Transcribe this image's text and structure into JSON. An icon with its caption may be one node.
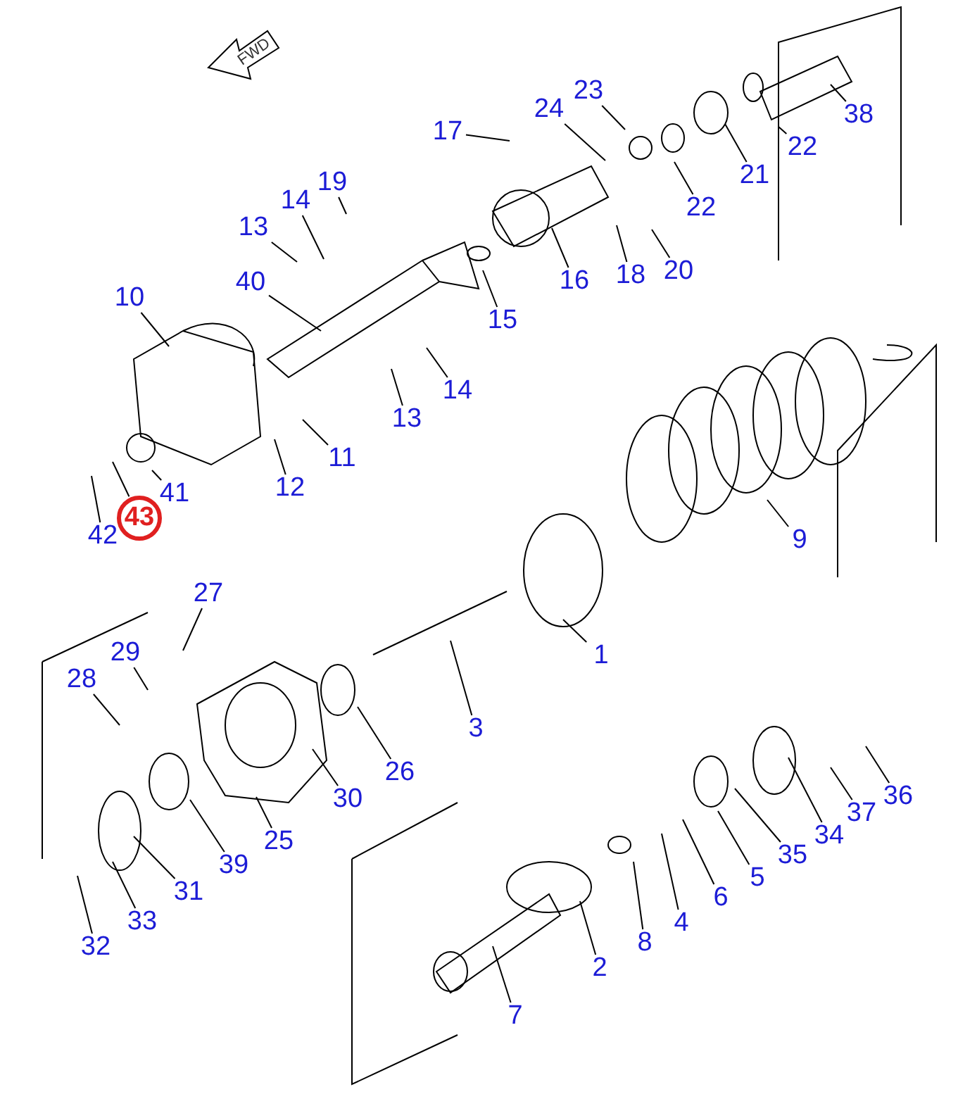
{
  "diagram": {
    "nodes": [
      {
        "text": [
          "17"
        ]
      },
      {
        "text": [
          "23"
        ]
      },
      {
        "text": [
          "24"
        ]
      },
      {
        "text": [
          "22"
        ]
      },
      {
        "text": [
          "21"
        ]
      },
      {
        "text": [
          "38"
        ]
      },
      {
        "text": [
          "22"
        ]
      },
      {
        "text": [
          "16"
        ]
      },
      {
        "text": [
          "18"
        ]
      },
      {
        "text": [
          "20"
        ]
      },
      {
        "text": [
          "19"
        ]
      },
      {
        "text": [
          "14"
        ]
      },
      {
        "text": [
          "13"
        ]
      },
      {
        "text": [
          "15"
        ]
      },
      {
        "text": [
          "40"
        ]
      },
      {
        "text": [
          "10"
        ]
      },
      {
        "text": [
          "14"
        ]
      },
      {
        "text": [
          "13"
        ]
      },
      {
        "text": [
          "11"
        ]
      },
      {
        "text": [
          "12"
        ]
      },
      {
        "text": [
          "41"
        ]
      },
      {
        "text": [
          "42"
        ]
      },
      {
        "text": [
          "43"
        ]
      },
      {
        "text": [
          "9"
        ]
      },
      {
        "text": [
          "27"
        ]
      },
      {
        "text": [
          "1"
        ]
      },
      {
        "text": [
          "29"
        ]
      },
      {
        "text": [
          "28"
        ]
      },
      {
        "text": [
          "3"
        ]
      },
      {
        "text": [
          "26"
        ]
      },
      {
        "text": [
          "30"
        ]
      },
      {
        "text": [
          "25"
        ]
      },
      {
        "text": [
          "39"
        ]
      },
      {
        "text": [
          "31"
        ]
      },
      {
        "text": [
          "33"
        ]
      },
      {
        "text": [
          "32"
        ]
      },
      {
        "text": [
          "36"
        ]
      },
      {
        "text": [
          "37"
        ]
      },
      {
        "text": [
          "34"
        ]
      },
      {
        "text": [
          "35"
        ]
      },
      {
        "text": [
          "5"
        ]
      },
      {
        "text": [
          "6"
        ]
      },
      {
        "text": [
          "4"
        ]
      },
      {
        "text": [
          "8"
        ]
      },
      {
        "text": [
          "2"
        ]
      },
      {
        "text": [
          "7"
        ]
      }
    ],
    "edges": [
      {
        "from": 0,
        "to": null,
        "arrow": "none"
      },
      {
        "from": 1,
        "to": null,
        "arrow": "none"
      },
      {
        "from": 2,
        "to": null,
        "arrow": "none"
      },
      {
        "from": 3,
        "to": null,
        "arrow": "none"
      },
      {
        "from": 4,
        "to": null,
        "arrow": "none"
      },
      {
        "from": 5,
        "to": null,
        "arrow": "none"
      },
      {
        "from": 6,
        "to": null,
        "arrow": "none"
      },
      {
        "from": 7,
        "to": null,
        "arrow": "none"
      },
      {
        "from": 8,
        "to": null,
        "arrow": "none"
      },
      {
        "from": 9,
        "to": null,
        "arrow": "none"
      },
      {
        "from": 10,
        "to": null,
        "arrow": "none"
      },
      {
        "from": 11,
        "to": null,
        "arrow": "none"
      },
      {
        "from": 12,
        "to": null,
        "arrow": "none"
      },
      {
        "from": 13,
        "to": null,
        "arrow": "none"
      },
      {
        "from": 14,
        "to": null,
        "arrow": "none"
      },
      {
        "from": 15,
        "to": null,
        "arrow": "none"
      },
      {
        "from": 16,
        "to": null,
        "arrow": "none"
      },
      {
        "from": 17,
        "to": null,
        "arrow": "none"
      },
      {
        "from": 18,
        "to": null,
        "arrow": "none"
      },
      {
        "from": 19,
        "to": null,
        "arrow": "none"
      },
      {
        "from": 20,
        "to": null,
        "arrow": "none"
      },
      {
        "from": 21,
        "to": null,
        "arrow": "none"
      },
      {
        "from": 22,
        "to": null,
        "arrow": "none"
      },
      {
        "from": 23,
        "to": null,
        "arrow": "none"
      },
      {
        "from": 24,
        "to": null,
        "arrow": "none"
      },
      {
        "from": 25,
        "to": null,
        "arrow": "none"
      },
      {
        "from": 26,
        "to": null,
        "arrow": "none"
      },
      {
        "from": 27,
        "to": null,
        "arrow": "none"
      },
      {
        "from": 28,
        "to": null,
        "arrow": "none"
      },
      {
        "from": 29,
        "to": null,
        "arrow": "none"
      },
      {
        "from": 30,
        "to": null,
        "arrow": "none"
      },
      {
        "from": 31,
        "to": null,
        "arrow": "none"
      },
      {
        "from": 32,
        "to": null,
        "arrow": "none"
      },
      {
        "from": 33,
        "to": null,
        "arrow": "none"
      },
      {
        "from": 34,
        "to": null,
        "arrow": "none"
      },
      {
        "from": 35,
        "to": null,
        "arrow": "none"
      },
      {
        "from": 36,
        "to": null,
        "arrow": "none"
      },
      {
        "from": 37,
        "to": null,
        "arrow": "none"
      },
      {
        "from": 38,
        "to": null,
        "arrow": "none"
      },
      {
        "from": 39,
        "to": null,
        "arrow": "none"
      },
      {
        "from": 40,
        "to": null,
        "arrow": "none"
      },
      {
        "from": 41,
        "to": null,
        "arrow": "none"
      },
      {
        "from": 42,
        "to": null,
        "arrow": "none"
      },
      {
        "from": 43,
        "to": null,
        "arrow": "none"
      },
      {
        "from": 44,
        "to": null,
        "arrow": "none"
      },
      {
        "from": 45,
        "to": null,
        "arrow": "none"
      }
    ],
    "labels": [
      "FWD"
    ]
  }
}
